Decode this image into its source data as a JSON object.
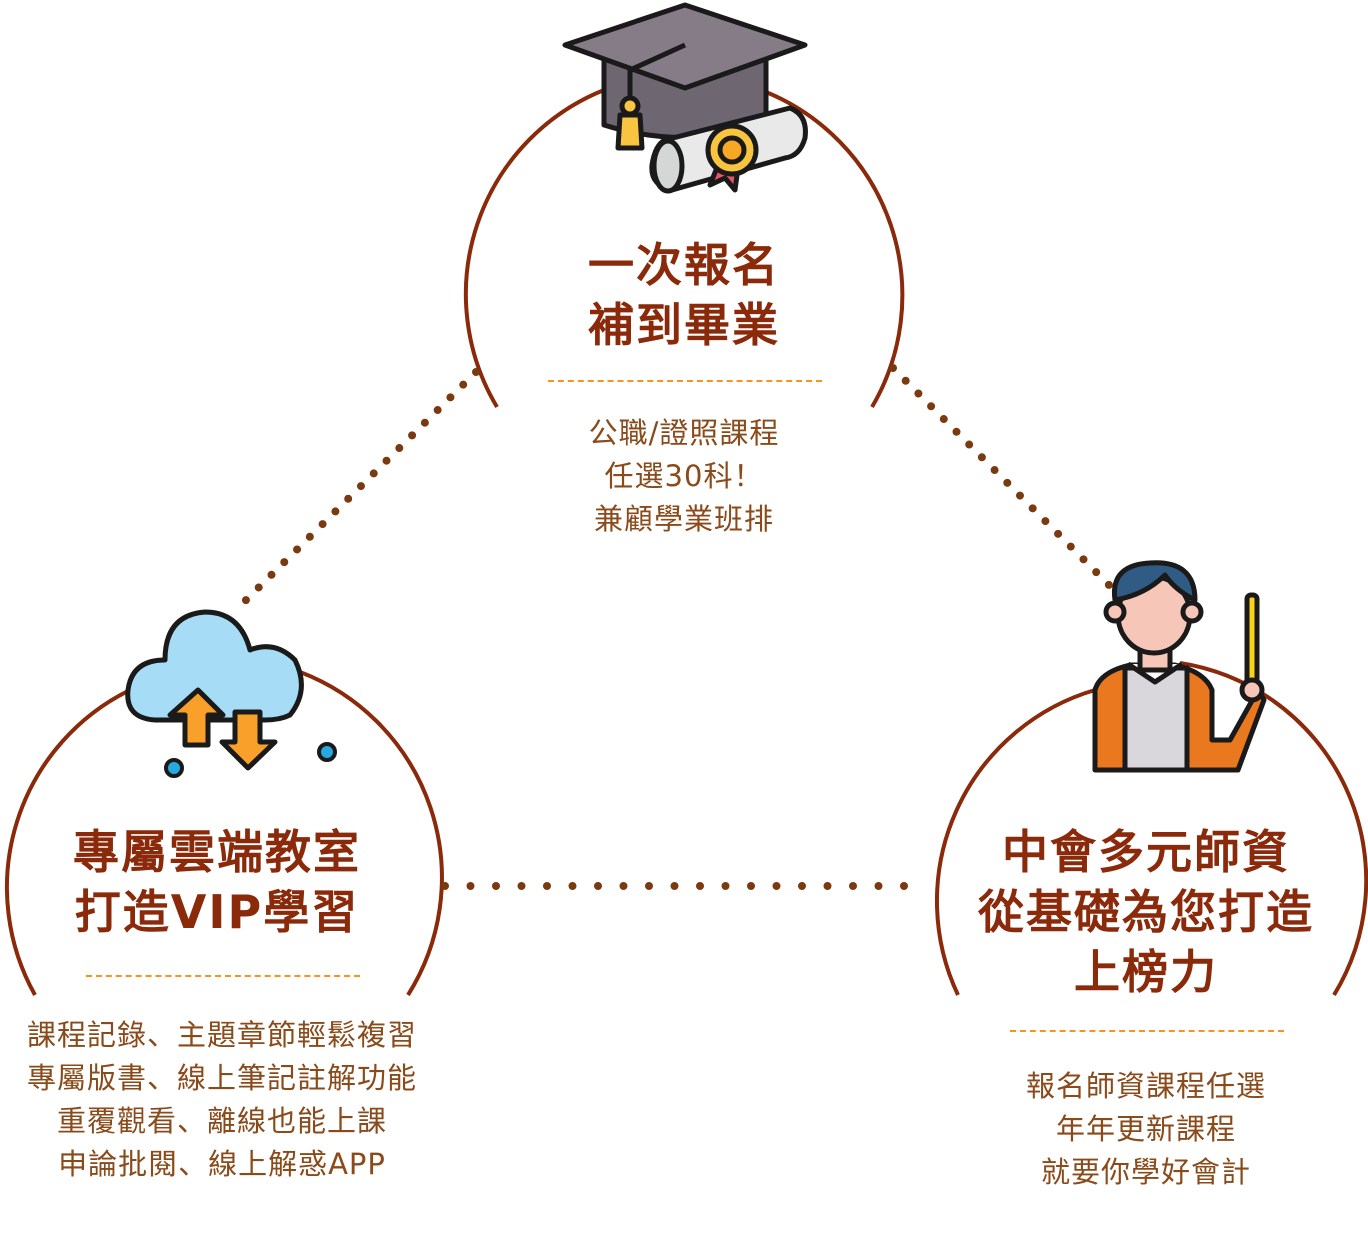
{
  "colors": {
    "arc": "#8a2a0a",
    "dots": "#7a3a10",
    "dash": "#f7931e",
    "title": "#8a2a0a",
    "text": "#8a4a1a"
  },
  "top": {
    "icon": "graduation-cap-diploma-icon",
    "title": [
      "一次報名",
      "補到畢業"
    ],
    "desc": [
      "公職/證照課程",
      "任選30科！",
      "兼顧學業班排"
    ]
  },
  "left": {
    "icon": "cloud-sync-icon",
    "title": [
      "專屬雲端教室",
      "打造VIP學習"
    ],
    "desc": [
      "課程記錄、主題章節輕鬆複習",
      "專屬版書、線上筆記註解功能",
      "重覆觀看、離線也能上課",
      "申論批閱、線上解惑APP"
    ]
  },
  "right": {
    "icon": "teacher-icon",
    "title": [
      "中會多元師資",
      "從基礎為您打造",
      "上榜力"
    ],
    "desc": [
      "報名師資課程任選",
      "年年更新課程",
      "就要你學好會計"
    ]
  }
}
